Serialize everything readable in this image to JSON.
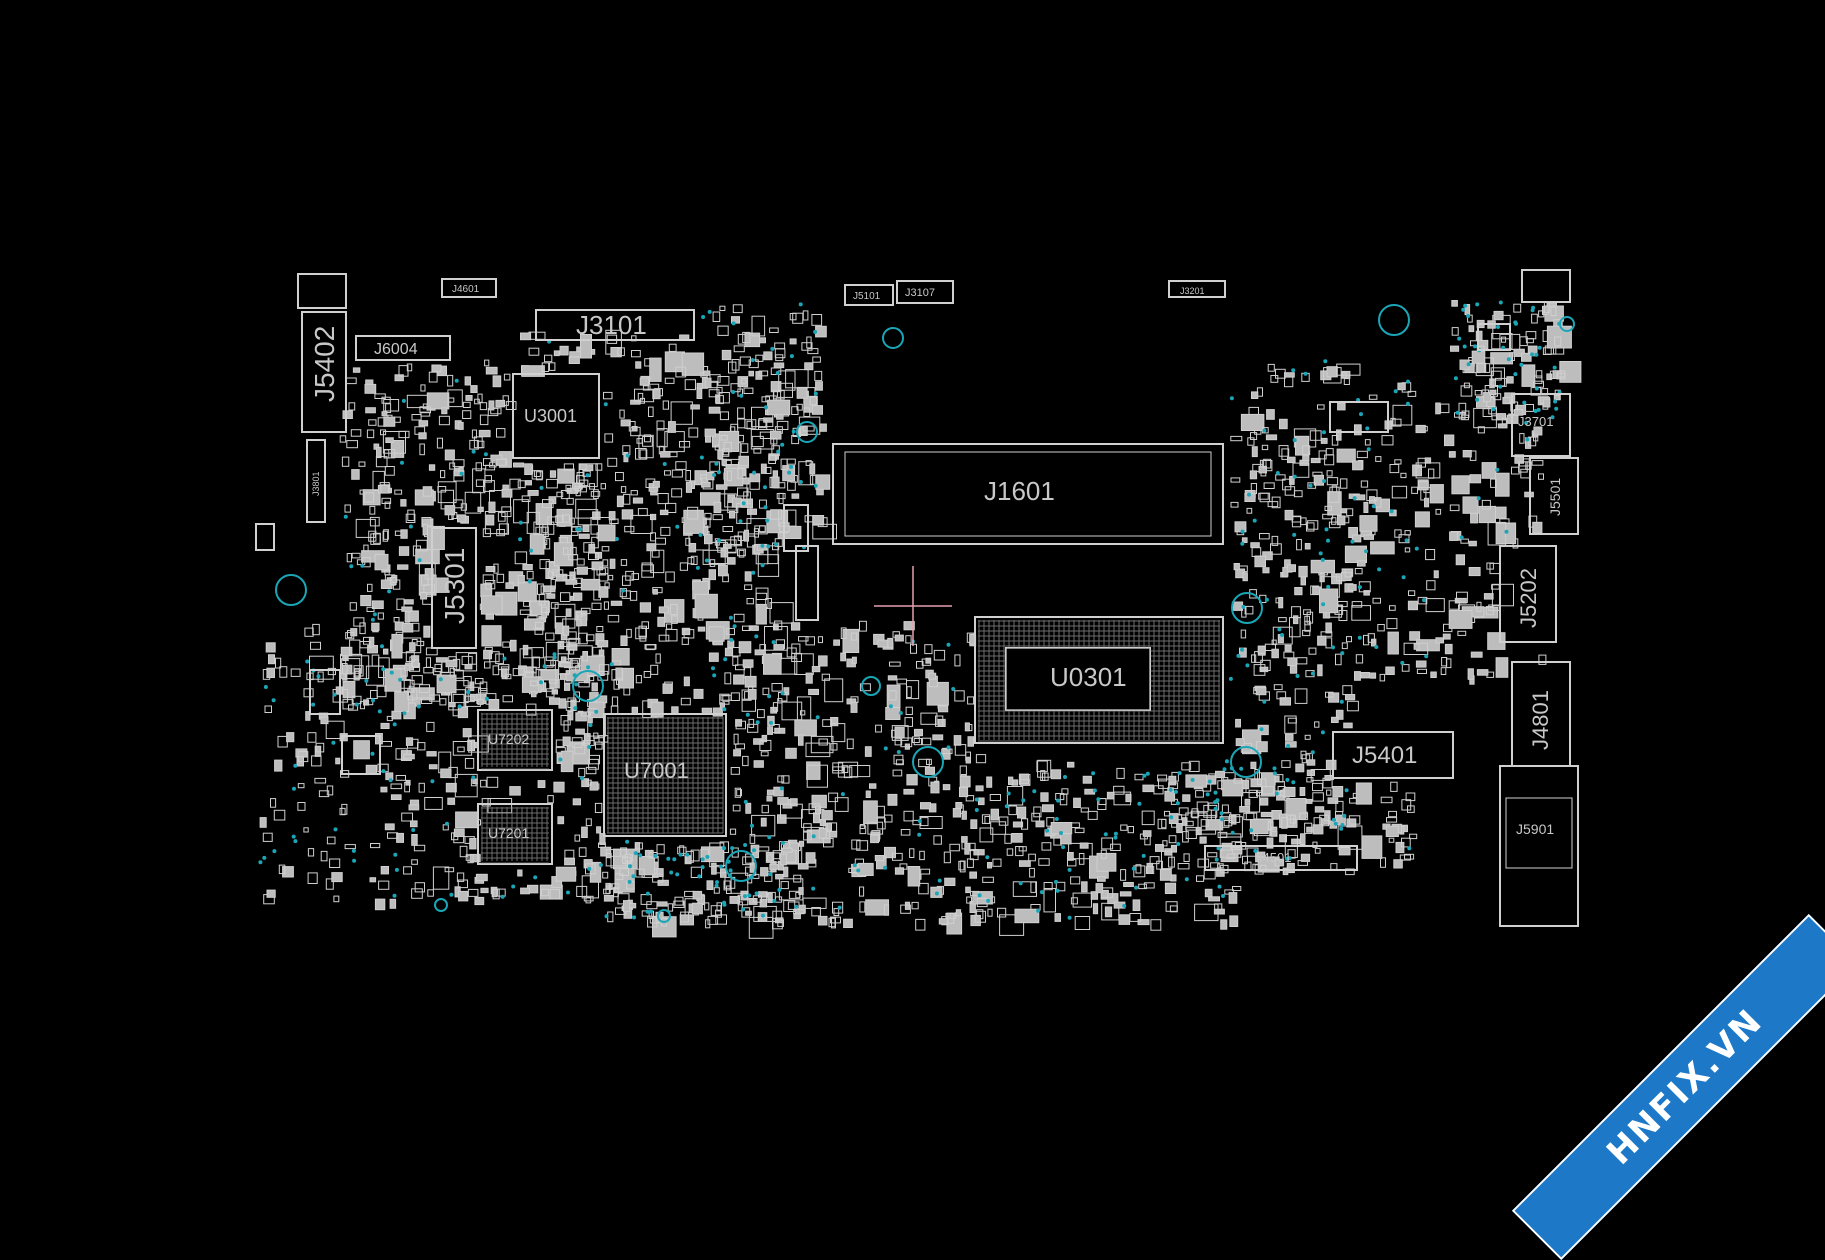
{
  "viewer": {
    "background": "#000000",
    "outline_color": "#d0d0d0",
    "testpoint_color": "#1aa6b7",
    "cursor_color": "#e6a0b0"
  },
  "watermark": {
    "text": "HNFIX.VN",
    "color": "#1d79c8"
  },
  "components": {
    "J3101": "J3101",
    "J5402": "J5402",
    "J6004": "J6004",
    "J4601": "J4601",
    "J5101": "J5101",
    "J3107": "J3107",
    "J3201": "J3201",
    "U3001": "U3001",
    "J1601": "J1601",
    "J5301": "J5301",
    "J3801": "J3801",
    "U0301": "U0301",
    "U7202": "U7202",
    "U7201": "U7201",
    "U7001": "U7001",
    "J5401": "J5401",
    "J4501": "J4501",
    "J3701": "J3701",
    "J5501": "J5501",
    "J5202": "J5202",
    "J4801": "J4801",
    "J5901": "J5901"
  }
}
